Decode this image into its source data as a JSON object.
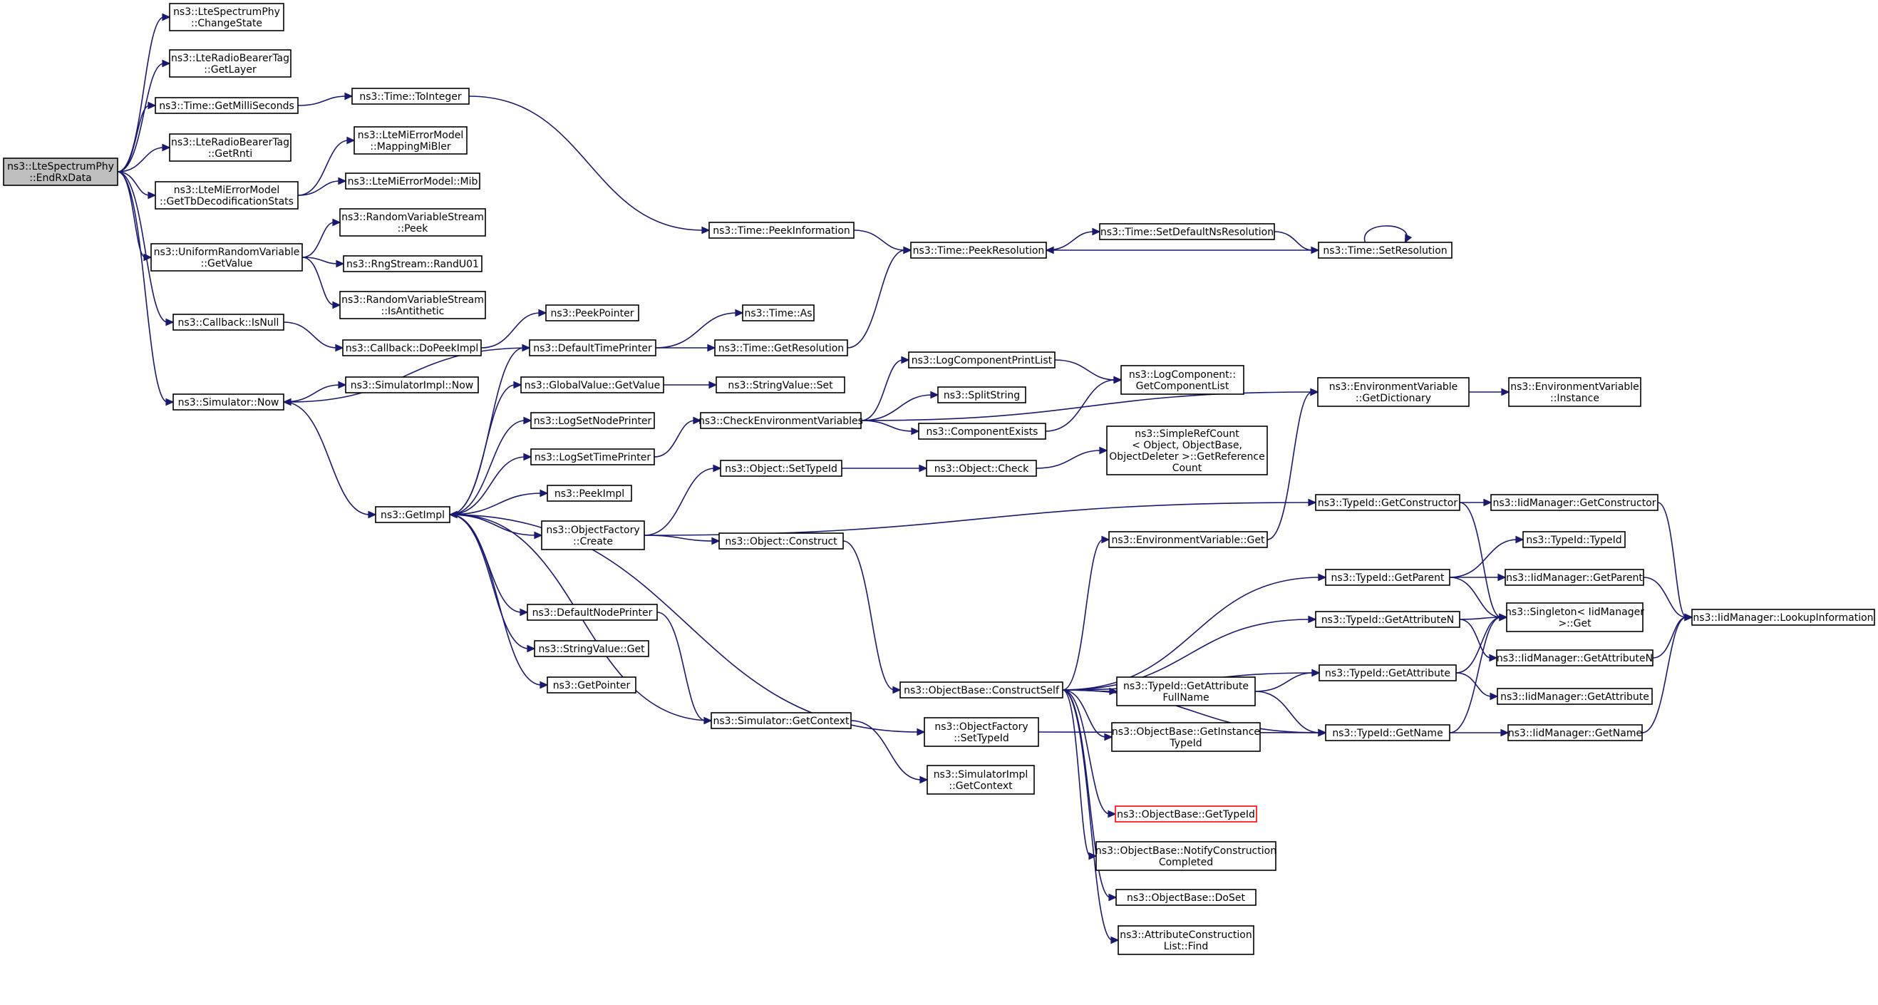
{
  "diagram": {
    "nodes": [
      {
        "id": "endrx",
        "lines": [
          "ns3::LteSpectrumPhy",
          "::EndRxData"
        ],
        "root": true
      },
      {
        "id": "changestate",
        "lines": [
          "ns3::LteSpectrumPhy",
          "::ChangeState"
        ]
      },
      {
        "id": "getlayer",
        "lines": [
          "ns3::LteRadioBearerTag",
          "::GetLayer"
        ]
      },
      {
        "id": "getmilli",
        "lines": [
          "ns3::Time::GetMilliSeconds"
        ]
      },
      {
        "id": "getrnti",
        "lines": [
          "ns3::LteRadioBearerTag",
          "::GetRnti"
        ]
      },
      {
        "id": "gettbdecod",
        "lines": [
          "ns3::LteMiErrorModel",
          "::GetTbDecodificationStats"
        ]
      },
      {
        "id": "urvgetvalue",
        "lines": [
          "ns3::UniformRandomVariable",
          "::GetValue"
        ]
      },
      {
        "id": "cbisnull",
        "lines": [
          "ns3::Callback::IsNull"
        ]
      },
      {
        "id": "simnow",
        "lines": [
          "ns3::Simulator::Now"
        ]
      },
      {
        "id": "tointeger",
        "lines": [
          "ns3::Time::ToInteger"
        ]
      },
      {
        "id": "mappingmibler",
        "lines": [
          "ns3::LteMiErrorModel",
          "::MappingMiBler"
        ]
      },
      {
        "id": "mib",
        "lines": [
          "ns3::LteMiErrorModel::Mib"
        ]
      },
      {
        "id": "rvspeek",
        "lines": [
          "ns3::RandomVariableStream",
          "::Peek"
        ]
      },
      {
        "id": "randu01",
        "lines": [
          "ns3::RngStream::RandU01"
        ]
      },
      {
        "id": "isantithetic",
        "lines": [
          "ns3::RandomVariableStream",
          "::IsAntithetic"
        ]
      },
      {
        "id": "dopeekimpl",
        "lines": [
          "ns3::Callback::DoPeekImpl"
        ]
      },
      {
        "id": "simimplnow",
        "lines": [
          "ns3::SimulatorImpl::Now"
        ]
      },
      {
        "id": "getimpl",
        "lines": [
          "ns3::GetImpl"
        ]
      },
      {
        "id": "peekpointer",
        "lines": [
          "ns3::PeekPointer"
        ]
      },
      {
        "id": "defaulttimeprinter",
        "lines": [
          "ns3::DefaultTimePrinter"
        ]
      },
      {
        "id": "globalvaluegetvalue",
        "lines": [
          "ns3::GlobalValue::GetValue"
        ]
      },
      {
        "id": "logsetnodeprinter",
        "lines": [
          "ns3::LogSetNodePrinter"
        ]
      },
      {
        "id": "logsettimeprinter",
        "lines": [
          "ns3::LogSetTimePrinter"
        ]
      },
      {
        "id": "peekimpl",
        "lines": [
          "ns3::PeekImpl"
        ]
      },
      {
        "id": "objfactorycreate",
        "lines": [
          "ns3::ObjectFactory",
          "::Create"
        ]
      },
      {
        "id": "defaultnodeprinter",
        "lines": [
          "ns3::DefaultNodePrinter"
        ]
      },
      {
        "id": "stringvalueget",
        "lines": [
          "ns3::StringValue::Get"
        ]
      },
      {
        "id": "getpointer",
        "lines": [
          "ns3::GetPointer"
        ]
      },
      {
        "id": "timeas",
        "lines": [
          "ns3::Time::As"
        ]
      },
      {
        "id": "timegetresolution",
        "lines": [
          "ns3::Time::GetResolution"
        ]
      },
      {
        "id": "stringvalueset",
        "lines": [
          "ns3::StringValue::Set"
        ]
      },
      {
        "id": "checkenvvars",
        "lines": [
          "ns3::CheckEnvironmentVariables"
        ]
      },
      {
        "id": "objsettypeid",
        "lines": [
          "ns3::Object::SetTypeId"
        ]
      },
      {
        "id": "objconstruct",
        "lines": [
          "ns3::Object::Construct"
        ]
      },
      {
        "id": "simgetcontext",
        "lines": [
          "ns3::Simulator::GetContext"
        ]
      },
      {
        "id": "peekinformation",
        "lines": [
          "ns3::Time::PeekInformation"
        ]
      },
      {
        "id": "peekresolution",
        "lines": [
          "ns3::Time::PeekResolution"
        ]
      },
      {
        "id": "logcompprintlist",
        "lines": [
          "ns3::LogComponentPrintList"
        ]
      },
      {
        "id": "splitstring",
        "lines": [
          "ns3::SplitString"
        ]
      },
      {
        "id": "componentexists",
        "lines": [
          "ns3::ComponentExists"
        ]
      },
      {
        "id": "objcheck",
        "lines": [
          "ns3::Object::Check"
        ]
      },
      {
        "id": "objbaseconstructself",
        "lines": [
          "ns3::ObjectBase::ConstructSelf"
        ]
      },
      {
        "id": "objfactorysettypeid",
        "lines": [
          "ns3::ObjectFactory",
          "::SetTypeId"
        ]
      },
      {
        "id": "simimplgetcontext",
        "lines": [
          "ns3::SimulatorImpl",
          "::GetContext"
        ]
      },
      {
        "id": "setdefaultnsres",
        "lines": [
          "ns3::Time::SetDefaultNsResolution"
        ]
      },
      {
        "id": "setresolution",
        "lines": [
          "ns3::Time::SetResolution"
        ]
      },
      {
        "id": "getcomponentlist",
        "lines": [
          "ns3::LogComponent::",
          "GetComponentList"
        ]
      },
      {
        "id": "simplerefcount",
        "lines": [
          "ns3::SimpleRefCount",
          "< Object, ObjectBase,",
          " ObjectDeleter >::GetReference",
          "Count"
        ]
      },
      {
        "id": "envvarget",
        "lines": [
          "ns3::EnvironmentVariable::Get"
        ]
      },
      {
        "id": "typeidgetattrfullname",
        "lines": [
          "ns3::TypeId::GetAttribute",
          "FullName"
        ]
      },
      {
        "id": "getinstancetypeid",
        "lines": [
          "ns3::ObjectBase::GetInstance",
          "TypeId"
        ]
      },
      {
        "id": "objbasegettypeid",
        "lines": [
          "ns3::ObjectBase::GetTypeId"
        ],
        "highlight": "red"
      },
      {
        "id": "notifyconstruction",
        "lines": [
          "ns3::ObjectBase::NotifyConstruction",
          "Completed"
        ]
      },
      {
        "id": "objbasedoset",
        "lines": [
          "ns3::ObjectBase::DoSet"
        ]
      },
      {
        "id": "attrconstructfind",
        "lines": [
          "ns3::AttributeConstruction",
          "List::Find"
        ]
      },
      {
        "id": "envgetdictionary",
        "lines": [
          "ns3::EnvironmentVariable",
          "::GetDictionary"
        ]
      },
      {
        "id": "typeidgetconstructor",
        "lines": [
          "ns3::TypeId::GetConstructor"
        ]
      },
      {
        "id": "typeidgetparent",
        "lines": [
          "ns3::TypeId::GetParent"
        ]
      },
      {
        "id": "typeidgetattributen",
        "lines": [
          "ns3::TypeId::GetAttributeN"
        ]
      },
      {
        "id": "typeidgetattribute",
        "lines": [
          "ns3::TypeId::GetAttribute"
        ]
      },
      {
        "id": "typeidgetname",
        "lines": [
          "ns3::TypeId::GetName"
        ]
      },
      {
        "id": "envinstance",
        "lines": [
          "ns3::EnvironmentVariable",
          "::Instance"
        ]
      },
      {
        "id": "iidgetconstructor",
        "lines": [
          "ns3::IidManager::GetConstructor"
        ]
      },
      {
        "id": "typeidtypeid",
        "lines": [
          "ns3::TypeId::TypeId"
        ]
      },
      {
        "id": "iidgetparent",
        "lines": [
          "ns3::IidManager::GetParent"
        ]
      },
      {
        "id": "singletonget",
        "lines": [
          "ns3::Singleton< IidManager",
          " >::Get"
        ]
      },
      {
        "id": "iidgetattributen",
        "lines": [
          "ns3::IidManager::GetAttributeN"
        ]
      },
      {
        "id": "iidgetattribute",
        "lines": [
          "ns3::IidManager::GetAttribute"
        ]
      },
      {
        "id": "iidgetname",
        "lines": [
          "ns3::IidManager::GetName"
        ]
      },
      {
        "id": "lookupinformation",
        "lines": [
          "ns3::IidManager::LookupInformation"
        ]
      }
    ],
    "edges": [
      [
        "endrx",
        "changestate"
      ],
      [
        "endrx",
        "getlayer"
      ],
      [
        "endrx",
        "getmilli"
      ],
      [
        "endrx",
        "getrnti"
      ],
      [
        "endrx",
        "gettbdecod"
      ],
      [
        "endrx",
        "urvgetvalue"
      ],
      [
        "endrx",
        "cbisnull"
      ],
      [
        "endrx",
        "simnow"
      ],
      [
        "getmilli",
        "tointeger"
      ],
      [
        "tointeger",
        "peekinformation"
      ],
      [
        "gettbdecod",
        "mappingmibler"
      ],
      [
        "gettbdecod",
        "mib"
      ],
      [
        "urvgetvalue",
        "rvspeek"
      ],
      [
        "urvgetvalue",
        "randu01"
      ],
      [
        "urvgetvalue",
        "isantithetic"
      ],
      [
        "cbisnull",
        "dopeekimpl"
      ],
      [
        "dopeekimpl",
        "peekpointer"
      ],
      [
        "simnow",
        "simimplnow"
      ],
      [
        "simnow",
        "getimpl"
      ],
      [
        "getimpl",
        "defaulttimeprinter"
      ],
      [
        "getimpl",
        "globalvaluegetvalue"
      ],
      [
        "getimpl",
        "logsetnodeprinter"
      ],
      [
        "getimpl",
        "logsettimeprinter"
      ],
      [
        "getimpl",
        "peekimpl"
      ],
      [
        "getimpl",
        "objfactorycreate"
      ],
      [
        "getimpl",
        "defaultnodeprinter"
      ],
      [
        "getimpl",
        "stringvalueget"
      ],
      [
        "getimpl",
        "getpointer"
      ],
      [
        "getimpl",
        "objfactorysettypeid"
      ],
      [
        "defaulttimeprinter",
        "simnow"
      ],
      [
        "defaulttimeprinter",
        "timeas"
      ],
      [
        "defaulttimeprinter",
        "timegetresolution"
      ],
      [
        "timegetresolution",
        "peekresolution"
      ],
      [
        "peekinformation",
        "peekresolution"
      ],
      [
        "globalvaluegetvalue",
        "stringvalueset"
      ],
      [
        "logsettimeprinter",
        "checkenvvars"
      ],
      [
        "checkenvvars",
        "logcompprintlist"
      ],
      [
        "checkenvvars",
        "splitstring"
      ],
      [
        "checkenvvars",
        "componentexists"
      ],
      [
        "checkenvvars",
        "envgetdictionary"
      ],
      [
        "logcompprintlist",
        "getcomponentlist"
      ],
      [
        "componentexists",
        "getcomponentlist"
      ],
      [
        "objfactorycreate",
        "objsettypeid"
      ],
      [
        "objfactorycreate",
        "objconstruct"
      ],
      [
        "objfactorycreate",
        "typeidgetconstructor"
      ],
      [
        "objsettypeid",
        "objcheck"
      ],
      [
        "objcheck",
        "simplerefcount"
      ],
      [
        "objconstruct",
        "objbaseconstructself"
      ],
      [
        "defaultnodeprinter",
        "simgetcontext"
      ],
      [
        "simgetcontext",
        "getimpl"
      ],
      [
        "simgetcontext",
        "simimplgetcontext"
      ],
      [
        "peekresolution",
        "setdefaultnsres"
      ],
      [
        "setdefaultnsres",
        "setresolution"
      ],
      [
        "setresolution",
        "setresolution"
      ],
      [
        "setresolution",
        "peekresolution"
      ],
      [
        "envgetdictionary",
        "envinstance"
      ],
      [
        "envvarget",
        "envgetdictionary"
      ],
      [
        "objbaseconstructself",
        "envvarget"
      ],
      [
        "objbaseconstructself",
        "typeidgetparent"
      ],
      [
        "objbaseconstructself",
        "typeidgetattributen"
      ],
      [
        "objbaseconstructself",
        "typeidgetattribute"
      ],
      [
        "objbaseconstructself",
        "typeidgetattrfullname"
      ],
      [
        "objbaseconstructself",
        "getinstancetypeid"
      ],
      [
        "objbaseconstructself",
        "objbasegettypeid"
      ],
      [
        "objbaseconstructself",
        "notifyconstruction"
      ],
      [
        "objbaseconstructself",
        "objbasedoset"
      ],
      [
        "objbaseconstructself",
        "attrconstructfind"
      ],
      [
        "objbaseconstructself",
        "typeidgetname"
      ],
      [
        "objfactorysettypeid",
        "typeidgetname"
      ],
      [
        "typeidgetattrfullname",
        "typeidgetattribute"
      ],
      [
        "typeidgetattrfullname",
        "typeidgetname"
      ],
      [
        "typeidgetconstructor",
        "iidgetconstructor"
      ],
      [
        "typeidgetconstructor",
        "singletonget"
      ],
      [
        "typeidgetparent",
        "typeidtypeid"
      ],
      [
        "typeidgetparent",
        "iidgetparent"
      ],
      [
        "typeidgetparent",
        "singletonget"
      ],
      [
        "typeidgetattributen",
        "singletonget"
      ],
      [
        "typeidgetattributen",
        "iidgetattributen"
      ],
      [
        "typeidgetattribute",
        "singletonget"
      ],
      [
        "typeidgetattribute",
        "iidgetattribute"
      ],
      [
        "typeidgetname",
        "singletonget"
      ],
      [
        "typeidgetname",
        "iidgetname"
      ],
      [
        "iidgetconstructor",
        "lookupinformation"
      ],
      [
        "iidgetparent",
        "lookupinformation"
      ],
      [
        "iidgetattributen",
        "lookupinformation"
      ],
      [
        "iidgetname",
        "lookupinformation"
      ]
    ]
  }
}
